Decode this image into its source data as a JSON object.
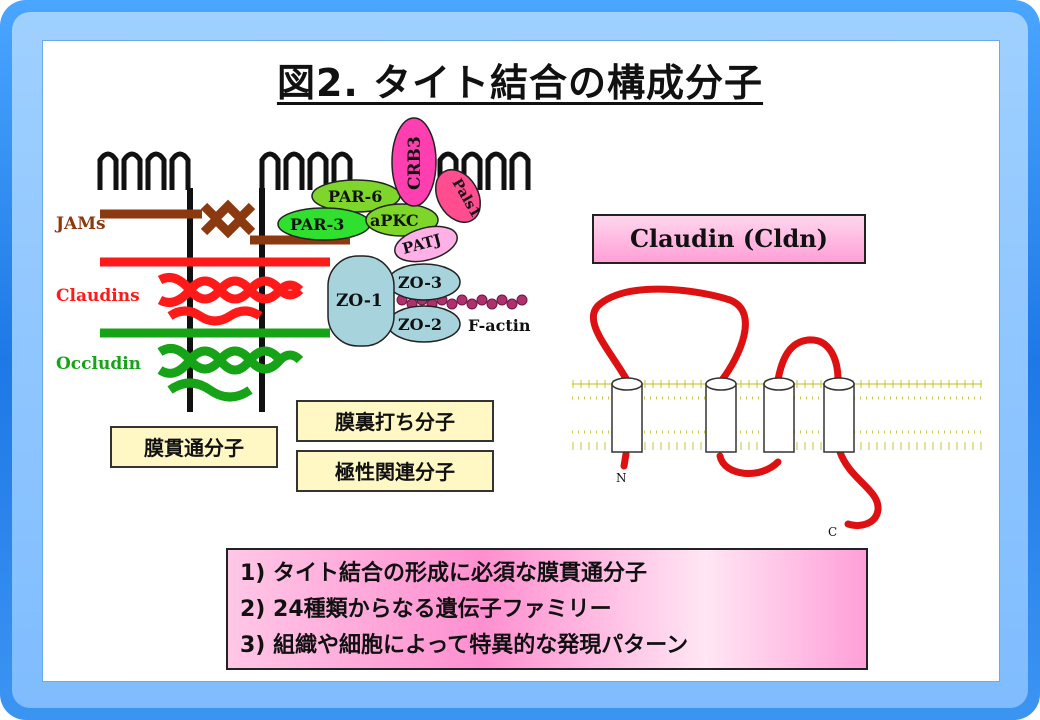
{
  "title": "図2. タイト結合の構成分子",
  "left_labels": {
    "jams": "JAMs",
    "claudins": "Claudins",
    "occludin": "Occludin"
  },
  "proteins": {
    "crb3": "CRB3",
    "pals1": "Pals1",
    "par6": "PAR-6",
    "par3": "PAR-3",
    "apkc": "aPKC",
    "patj": "PATJ",
    "zo1": "ZO-1",
    "zo3": "ZO-3",
    "zo2": "ZO-2",
    "factin": "F-actin"
  },
  "boxes": {
    "transmembrane": "膜貫通分子",
    "scaffold": "膜裏打ち分子",
    "polarity": "極性関連分子"
  },
  "claudin": {
    "title": "Claudin (Cldn)",
    "n_term": "N",
    "c_term": "C"
  },
  "notes": [
    "1) タイト結合の形成に必須な膜貫通分子",
    "2) 24種類からなる遺伝子ファミリー",
    "3) 組織や細胞によって特異的な発現パターン"
  ],
  "colors": {
    "jams": "#8b3a0f",
    "claudins": "#ff1a1a",
    "occludin": "#17a317",
    "crb3": "#ff3fb0",
    "pals1": "#ff4d8f",
    "par": "#7fd62a",
    "patj": "#ffb0e6",
    "zo": "#a6d3dc",
    "actin": "#b0306f",
    "membrane": "#c9c94a",
    "loop": "#dd1111"
  }
}
